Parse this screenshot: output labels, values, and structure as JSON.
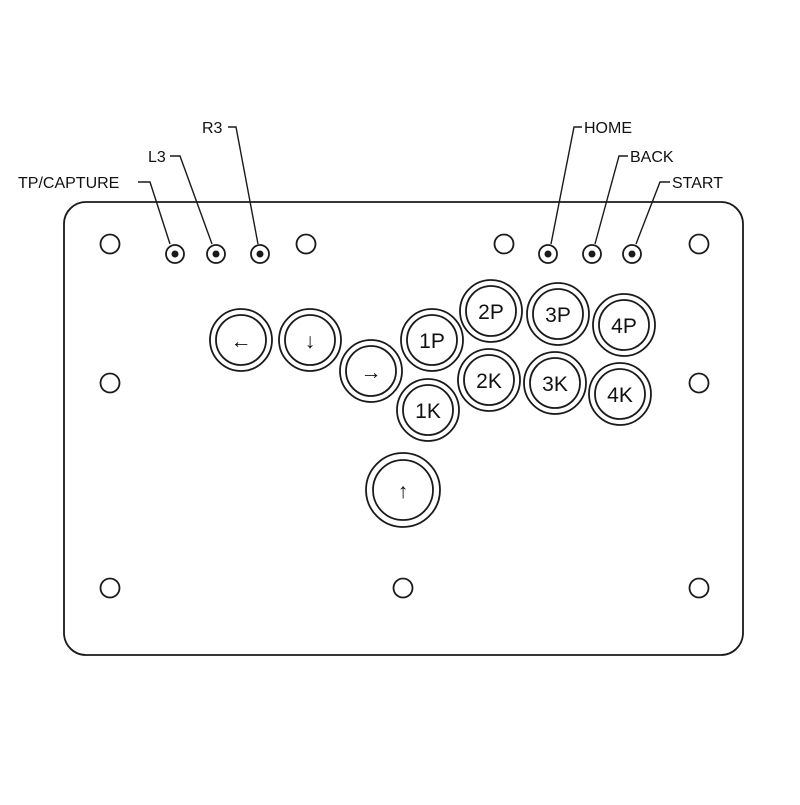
{
  "colors": {
    "line": "#1a1a1a",
    "background": "#ffffff"
  },
  "labels": {
    "tp_capture": "TP/CAPTURE",
    "l3": "L3",
    "r3": "R3",
    "home": "HOME",
    "back": "BACK",
    "start": "START"
  },
  "buttons": {
    "left": "←",
    "down": "↓",
    "right": "→",
    "up": "↑",
    "p1": "1P",
    "p2": "2P",
    "p3": "3P",
    "p4": "4P",
    "k1": "1K",
    "k2": "2K",
    "k3": "3K",
    "k4": "4K"
  }
}
